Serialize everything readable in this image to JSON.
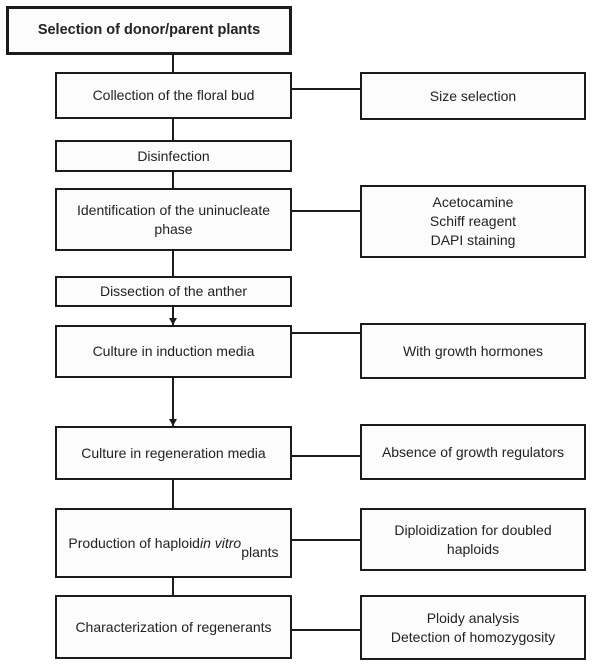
{
  "diagram": {
    "colors": {
      "background": "#ffffff",
      "box_fill": "#fcfcfc",
      "line": "#1b1b1b",
      "text": "#222222"
    },
    "title_box": {
      "label": "Selection of donor/parent plants"
    },
    "steps": [
      {
        "label": "Collection of the floral bud"
      },
      {
        "label": "Disinfection"
      },
      {
        "label": "Identification of the uninucleate\nphase"
      },
      {
        "label": "Dissection of the anther"
      },
      {
        "label": "Culture in induction media"
      },
      {
        "label": "Culture in regeneration media"
      },
      {
        "label_prefix": "Production of haploid ",
        "label_italic": "in vitro",
        "label_suffix": "\nplants"
      },
      {
        "label": "Characterization of regenerants"
      }
    ],
    "annotations": [
      {
        "label": "Size selection"
      },
      {
        "label": "Acetocamine\nSchiff reagent\nDAPI staining"
      },
      {
        "label": "With growth hormones"
      },
      {
        "label": "Absence of growth regulators"
      },
      {
        "label": "Diploidization for doubled haploids"
      },
      {
        "label": "Ploidy analysis\nDetection of homozygosity"
      }
    ]
  }
}
